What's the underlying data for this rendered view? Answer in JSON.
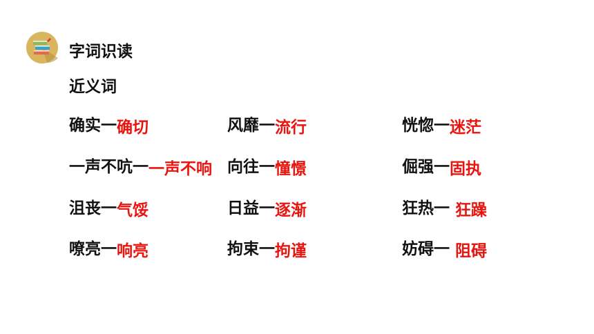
{
  "header": {
    "title": "字词识读",
    "subtitle": "近义词"
  },
  "icon": "book-stack-icon",
  "colors": {
    "answer": "#e8150f",
    "text": "#111111",
    "icon_bg": "#d9b55e"
  },
  "pairs": [
    {
      "word": "确实一",
      "answer": "确切"
    },
    {
      "word": "风靡一",
      "answer": "流行"
    },
    {
      "word": "恍惚一",
      "answer": "迷茫"
    },
    {
      "word": "一声不吭一",
      "answer": "一声不响"
    },
    {
      "word": "向往一",
      "answer": "憧憬"
    },
    {
      "word": "倔强一",
      "answer": "固执"
    },
    {
      "word": "沮丧一",
      "answer": "气馁"
    },
    {
      "word": "日益一",
      "answer": "逐渐"
    },
    {
      "word": "狂热一 ",
      "answer": "狂躁"
    },
    {
      "word": "嘹亮一",
      "answer": "响亮"
    },
    {
      "word": "拘束一",
      "answer": "拘谨"
    },
    {
      "word": "妨碍一 ",
      "answer": "阻碍"
    }
  ]
}
